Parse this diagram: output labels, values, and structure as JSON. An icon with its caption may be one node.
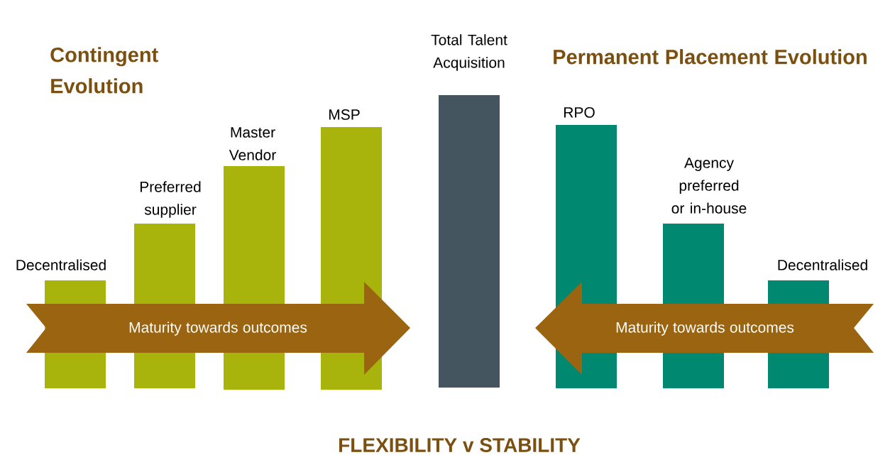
{
  "diagram": {
    "caption": "FLEXIBILITY v STABILITY",
    "nodes": [
      {
        "text": [
          "Decentralised"
        ]
      },
      {
        "text": [
          "Preferred supplier"
        ]
      },
      {
        "text": [
          "Master Vendor"
        ]
      },
      {
        "text": [
          "MSP"
        ]
      },
      {
        "text": [
          "Total Talent Acquisition"
        ]
      },
      {
        "text": [
          "RPO"
        ]
      },
      {
        "text": [
          "Agency preferred or in-house"
        ]
      },
      {
        "text": [
          "Decentralised"
        ]
      }
    ],
    "labels": [
      "Contingent Evolution",
      "Permanent Placement Evolution",
      "Maturity towards outcomes",
      "Maturity towards outcomes"
    ]
  }
}
